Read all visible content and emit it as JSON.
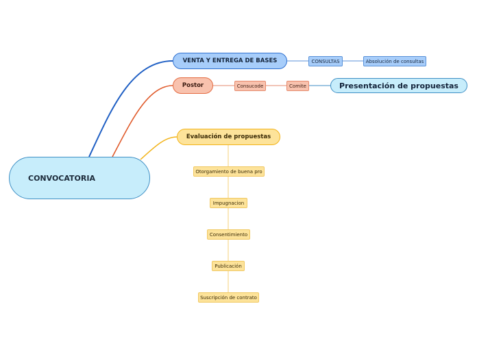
{
  "diagram": {
    "root": {
      "label": "CONVOCATORIA"
    },
    "branches": {
      "venta": {
        "label": "VENTA Y ENTREGA DE BASES",
        "children": [
          "CONSULTAS",
          "Absolución de consultas"
        ]
      },
      "postor": {
        "label": "Postor",
        "children": [
          "Consucode",
          "Comite",
          "Presentación de propuestas"
        ]
      },
      "evaluacion": {
        "label": "Evaluación de propuestas",
        "children": [
          "Otorgamiento de buena pro",
          "Impugnacion",
          "Consentimiento",
          "Publicación",
          "Suscripción de contrato"
        ]
      }
    },
    "colors": {
      "root_fill": "#c7edfb",
      "root_border": "#3d8ec4",
      "venta_line": "#1f5fc4",
      "postor_line": "#e05a2a",
      "evaluacion_line": "#f2b318",
      "venta_fill": "#a7cdfa",
      "postor_fill": "#f8c2ae",
      "evaluacion_fill": "#fde39a"
    }
  }
}
